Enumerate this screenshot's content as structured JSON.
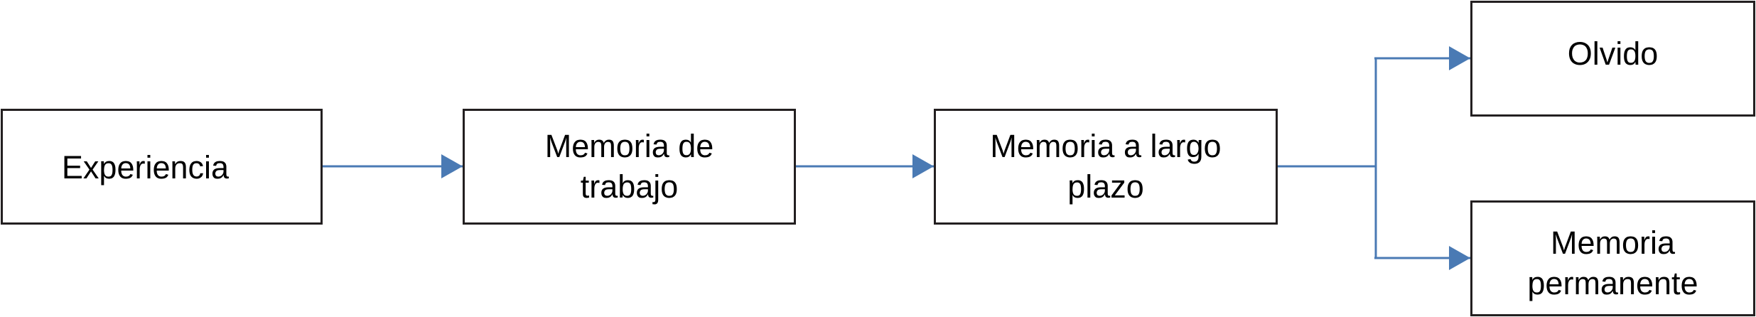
{
  "diagram": {
    "nodes": {
      "experiencia": "Experiencia",
      "memoria_trabajo": "Memoria de\ntrabajo",
      "memoria_largo_plazo": "Memoria a largo\nplazo",
      "olvido": "Olvido",
      "memoria_permanente": "Memoria\npermanente"
    },
    "edges": [
      {
        "from": "experiencia",
        "to": "memoria_trabajo"
      },
      {
        "from": "memoria_trabajo",
        "to": "memoria_largo_plazo"
      },
      {
        "from": "memoria_largo_plazo",
        "to": "olvido"
      },
      {
        "from": "memoria_largo_plazo",
        "to": "memoria_permanente"
      }
    ],
    "colors": {
      "box_border": "#231f20",
      "arrow": "#4a7ab4",
      "text": "#000000"
    }
  }
}
